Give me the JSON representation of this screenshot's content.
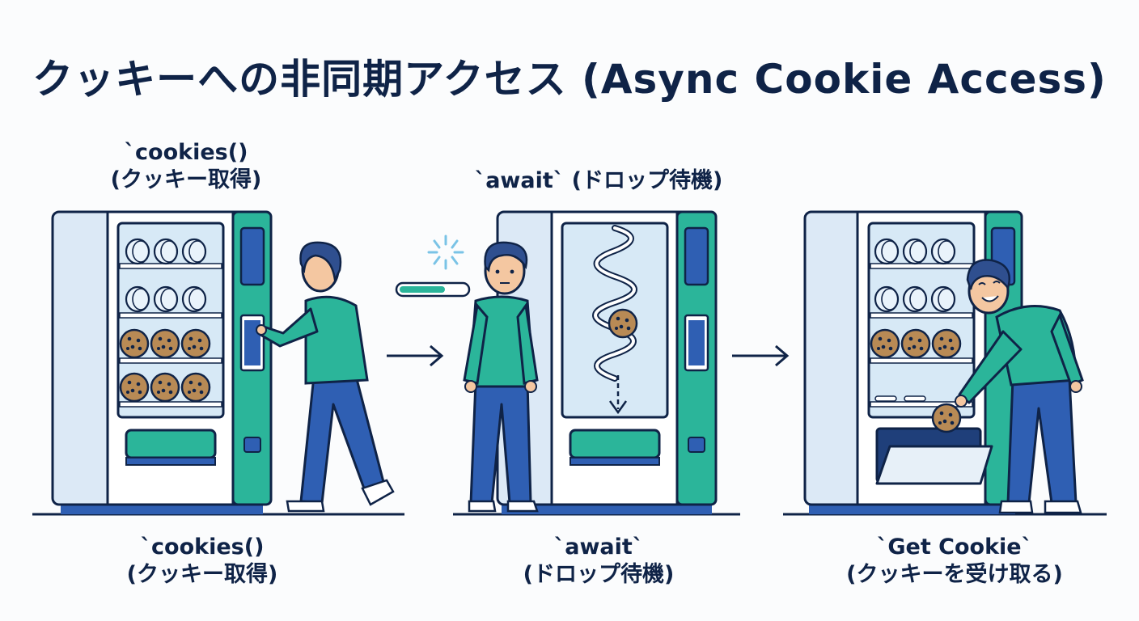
{
  "title": "クッキーへの非同期アクセス (Async Cookie Access)",
  "panels": [
    {
      "top_label_1": "`cookies()",
      "top_label_2": "(クッキー取得)",
      "bottom_label_1": "`cookies()",
      "bottom_label_2": "(クッキー取得)"
    },
    {
      "top_label": "`await` (ドロップ待機)",
      "bottom_label_1": "`await`",
      "bottom_label_2": "(ドロップ待機)"
    },
    {
      "bottom_label_1": "`Get Cookie`",
      "bottom_label_2": "(クッキーを受け取る)"
    }
  ],
  "colors": {
    "navy": "#0f2347",
    "teal": "#2bb59a",
    "blue": "#2f5fb3",
    "glass": "#d7e9f6",
    "cookie": "#b88a55"
  }
}
